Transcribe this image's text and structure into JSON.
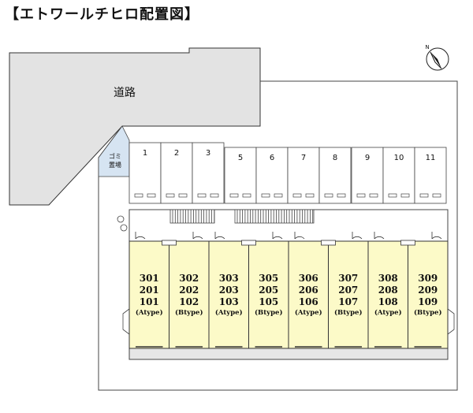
{
  "title": "【エトワールチヒロ配置図】",
  "road_label": "道路",
  "garbage_label": [
    "ゴミ",
    "置場"
  ],
  "north_label": "N",
  "parking_spots": [
    "1",
    "2",
    "3",
    "5",
    "6",
    "7",
    "8",
    "9",
    "10",
    "11"
  ],
  "units": [
    {
      "floors": [
        "301",
        "201",
        "101"
      ],
      "type": "(Atype)"
    },
    {
      "floors": [
        "302",
        "202",
        "102"
      ],
      "type": "(Btype)"
    },
    {
      "floors": [
        "303",
        "203",
        "103"
      ],
      "type": "(Atype)"
    },
    {
      "floors": [
        "305",
        "205",
        "105"
      ],
      "type": "(Btype)"
    },
    {
      "floors": [
        "306",
        "206",
        "106"
      ],
      "type": "(Atype)"
    },
    {
      "floors": [
        "307",
        "207",
        "107"
      ],
      "type": "(Btype)"
    },
    {
      "floors": [
        "308",
        "208",
        "108"
      ],
      "type": "(Atype)"
    },
    {
      "floors": [
        "309",
        "209",
        "109"
      ],
      "type": "(Btype)"
    }
  ],
  "colors": {
    "road": "#e3e3e3",
    "unit_fill": "#fcfac8",
    "garbage_fill": "#d6e4f2",
    "line": "#333333"
  }
}
